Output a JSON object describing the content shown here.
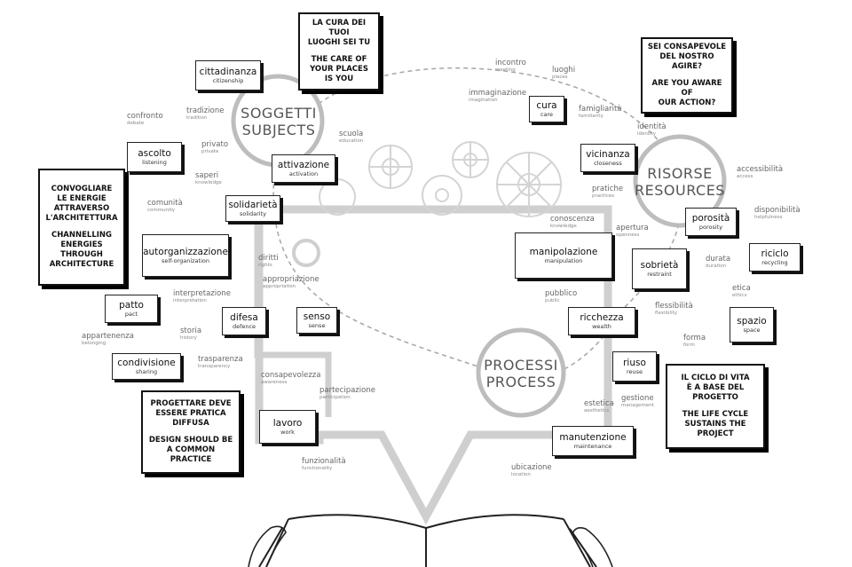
{
  "hubs": {
    "subjects": {
      "it": "SOGGETTI",
      "en": "SUBJECTS"
    },
    "resources": {
      "it": "RISORSE",
      "en": "RESOURCES"
    },
    "process": {
      "it": "PROCESSI",
      "en": "PROCESS"
    }
  },
  "statements": [
    {
      "it": "LA CURA DEI TUOI\nLUOGHI SEI TU",
      "en": "THE CARE OF\nYOUR PLACES\nIS YOU"
    },
    {
      "it": "SEI CONSAPEVOLE\nDEL NOSTRO\nAGIRE?",
      "en": "ARE YOU AWARE OF\nOUR ACTION?"
    },
    {
      "it": "CONVOGLIARE\nLE ENERGIE\nATTRAVERSO\nL'ARCHITETTURA",
      "en": "CHANNELLING\nENERGIES\nTHROUGH\nARCHITECTURE"
    },
    {
      "it": "PROGETTARE DEVE\nESSERE PRATICA\nDIFFUSA",
      "en": "DESIGN SHOULD BE\nA COMMON\nPRACTICE"
    },
    {
      "it": "IL CICLO DI VITA\nÈ A BASE DEL\nPROGETTO",
      "en": "THE LIFE CYCLE\nSUSTAINS THE\nPROJECT"
    }
  ],
  "bubbles": [
    {
      "it": "cittadinanza",
      "en": "citizenship"
    },
    {
      "it": "ascolto",
      "en": "listening"
    },
    {
      "it": "attivazione",
      "en": "activation"
    },
    {
      "it": "solidarietà",
      "en": "solidarity"
    },
    {
      "it": "autorganizzazione",
      "en": "self-organization"
    },
    {
      "it": "patto",
      "en": "pact"
    },
    {
      "it": "difesa",
      "en": "defence"
    },
    {
      "it": "senso",
      "en": "sense"
    },
    {
      "it": "condivisione",
      "en": "sharing"
    },
    {
      "it": "lavoro",
      "en": "work"
    },
    {
      "it": "cura",
      "en": "care"
    },
    {
      "it": "vicinanza",
      "en": "closeness"
    },
    {
      "it": "porosità",
      "en": "porosity"
    },
    {
      "it": "riciclo",
      "en": "recycling"
    },
    {
      "it": "manipolazione",
      "en": "manipulation"
    },
    {
      "it": "sobrietà",
      "en": "restraint"
    },
    {
      "it": "ricchezza",
      "en": "wealth"
    },
    {
      "it": "spazio",
      "en": "space"
    },
    {
      "it": "riuso",
      "en": "reuse"
    },
    {
      "it": "manutenzione",
      "en": "maintenance"
    }
  ],
  "words": [
    {
      "it": "confronto",
      "en": "debate"
    },
    {
      "it": "tradizione",
      "en": "tradition"
    },
    {
      "it": "privato",
      "en": "private"
    },
    {
      "it": "saperi",
      "en": "knowledge"
    },
    {
      "it": "comunità",
      "en": "community"
    },
    {
      "it": "scuola",
      "en": "education"
    },
    {
      "it": "diritti",
      "en": "rights"
    },
    {
      "it": "appropriazione",
      "en": "appropriation"
    },
    {
      "it": "interpretazione",
      "en": "interpretation"
    },
    {
      "it": "storia",
      "en": "history"
    },
    {
      "it": "appartenenza",
      "en": "belonging"
    },
    {
      "it": "trasparenza",
      "en": "transparency"
    },
    {
      "it": "consapevolezza",
      "en": "awareness"
    },
    {
      "it": "partecipazione",
      "en": "participation"
    },
    {
      "it": "funzionalità",
      "en": "functionality"
    },
    {
      "it": "incontro",
      "en": "meeting"
    },
    {
      "it": "luoghi",
      "en": "places"
    },
    {
      "it": "immaginazione",
      "en": "imagination"
    },
    {
      "it": "famigliarità",
      "en": "familiarity"
    },
    {
      "it": "identità",
      "en": "identity"
    },
    {
      "it": "accessibilità",
      "en": "access"
    },
    {
      "it": "pratiche",
      "en": "practices"
    },
    {
      "it": "disponibilità",
      "en": "helpfulness"
    },
    {
      "it": "conoscenza",
      "en": "knowledge"
    },
    {
      "it": "apertura",
      "en": "openness"
    },
    {
      "it": "durata",
      "en": "duration"
    },
    {
      "it": "pubblico",
      "en": "public"
    },
    {
      "it": "etica",
      "en": "ethics"
    },
    {
      "it": "flessibilità",
      "en": "flexibility"
    },
    {
      "it": "forma",
      "en": "form"
    },
    {
      "it": "estetica",
      "en": "aesthetics"
    },
    {
      "it": "gestione",
      "en": "management"
    },
    {
      "it": "ubicazione",
      "en": "location"
    }
  ]
}
